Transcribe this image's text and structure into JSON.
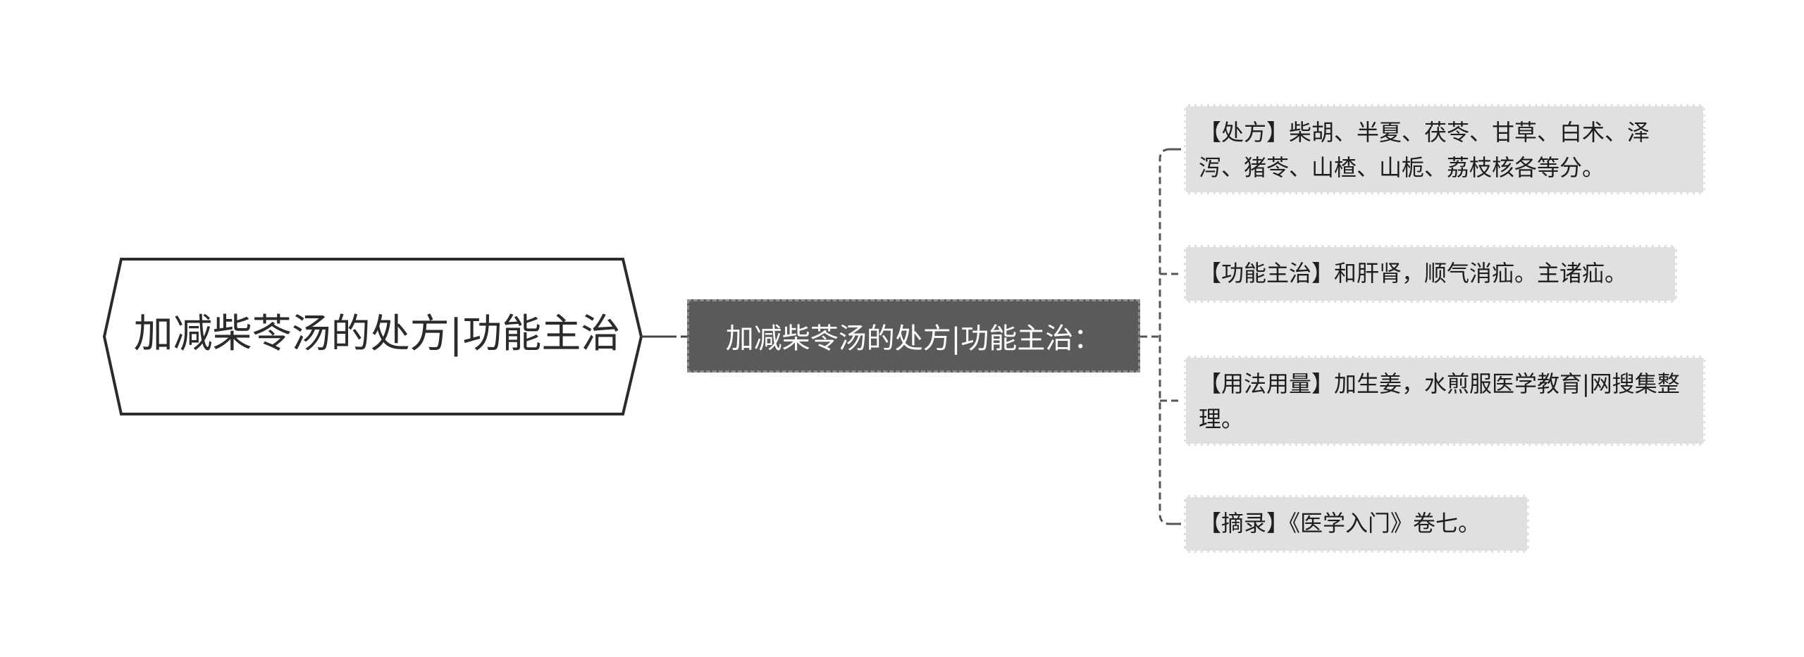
{
  "mindmap": {
    "root": {
      "label": "加减柴苓汤的处方|功能主治"
    },
    "topic": {
      "label": "加减柴苓汤的处方|功能主治："
    },
    "details": [
      {
        "label": "【处方】柴胡、半夏、茯苓、甘草、白术、泽泻、猪苓、山楂、山栀、荔枝核各等分。"
      },
      {
        "label": "【功能主治】和肝肾，顺气消疝。主诸疝。"
      },
      {
        "label": "【用法用量】加生姜，水煎服医学教育|网搜集整理。"
      },
      {
        "label": "【摘录】《医学入门》卷七。"
      }
    ]
  },
  "colors": {
    "root_stroke": "#2b2b2b",
    "topic_fill": "#5a5a5a",
    "topic_border": "#8c8c8c",
    "detail_fill": "#e0e0e0",
    "connector": "#555555"
  }
}
